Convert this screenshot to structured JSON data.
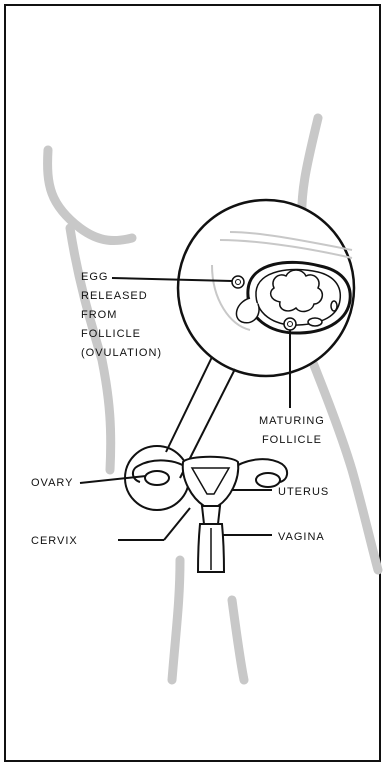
{
  "labels": {
    "egg_released": [
      "EGG",
      "RELEASED",
      "FROM",
      "FOLLICLE",
      "(OVULATION)"
    ],
    "maturing_follicle": [
      "MATURING",
      "FOLLICLE"
    ],
    "ovary": "OVARY",
    "uterus": "UTERUS",
    "cervix": "CERVIX",
    "vagina": "VAGINA"
  },
  "colors": {
    "body_outline": "#c8c8c8",
    "line": "#111111",
    "background": "#ffffff"
  }
}
